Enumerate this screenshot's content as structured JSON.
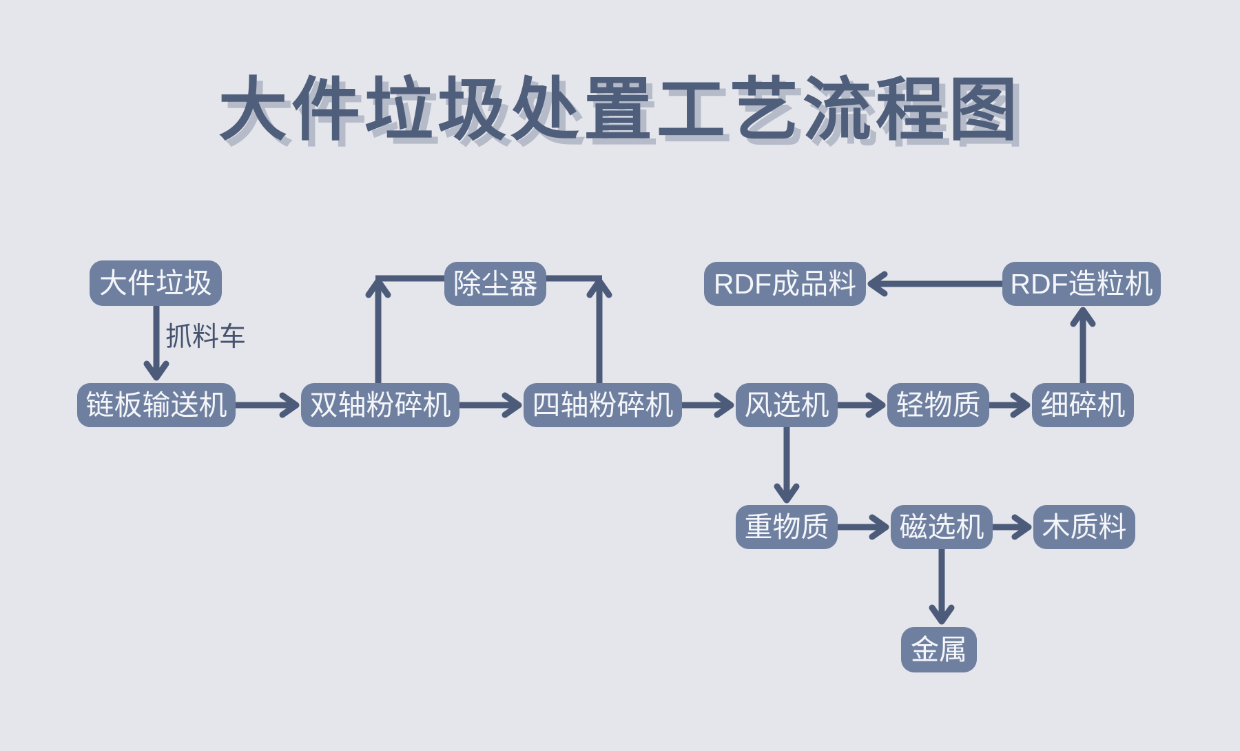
{
  "title": "大件垃圾处置工艺流程图",
  "colors": {
    "background": "#E5E6EB",
    "node_fill": "#6E7FA0",
    "node_text": "#F4F6F9",
    "connector": "#4D5B7A",
    "title_text": "#4F5E7B",
    "title_shadow": "#B5BBC9",
    "edge_label_text": "#46536E"
  },
  "flowchart": {
    "nodes": [
      {
        "id": "bulky-waste",
        "label": "大件垃圾"
      },
      {
        "id": "dust-collector",
        "label": "除尘器"
      },
      {
        "id": "rdf-finished-product",
        "label": "RDF成品料"
      },
      {
        "id": "rdf-granulator",
        "label": "RDF造粒机"
      },
      {
        "id": "chain-plate-conveyor",
        "label": "链板输送机"
      },
      {
        "id": "double-shaft-shredder",
        "label": "双轴粉碎机"
      },
      {
        "id": "four-shaft-shredder",
        "label": "四轴粉碎机"
      },
      {
        "id": "air-separator",
        "label": "风选机"
      },
      {
        "id": "light-material",
        "label": "轻物质"
      },
      {
        "id": "fine-shredder",
        "label": "细碎机"
      },
      {
        "id": "heavy-material",
        "label": "重物质"
      },
      {
        "id": "magnetic-separator",
        "label": "磁选机"
      },
      {
        "id": "wood-material",
        "label": "木质料"
      },
      {
        "id": "metal",
        "label": "金属"
      }
    ],
    "edge_labels": [
      {
        "id": "grab-truck",
        "label": "抓料车"
      }
    ],
    "edges": [
      {
        "from": "bulky-waste",
        "to": "chain-plate-conveyor",
        "label": "抓料车"
      },
      {
        "from": "chain-plate-conveyor",
        "to": "double-shaft-shredder",
        "label": ""
      },
      {
        "from": "double-shaft-shredder",
        "to": "four-shaft-shredder",
        "label": ""
      },
      {
        "from": "double-shaft-shredder",
        "to": "dust-collector",
        "label": ""
      },
      {
        "from": "four-shaft-shredder",
        "to": "dust-collector",
        "label": ""
      },
      {
        "from": "four-shaft-shredder",
        "to": "air-separator",
        "label": ""
      },
      {
        "from": "air-separator",
        "to": "light-material",
        "label": ""
      },
      {
        "from": "light-material",
        "to": "fine-shredder",
        "label": ""
      },
      {
        "from": "fine-shredder",
        "to": "rdf-granulator",
        "label": ""
      },
      {
        "from": "rdf-granulator",
        "to": "rdf-finished-product",
        "label": ""
      },
      {
        "from": "air-separator",
        "to": "heavy-material",
        "label": ""
      },
      {
        "from": "heavy-material",
        "to": "magnetic-separator",
        "label": ""
      },
      {
        "from": "magnetic-separator",
        "to": "wood-material",
        "label": ""
      },
      {
        "from": "magnetic-separator",
        "to": "metal",
        "label": ""
      }
    ]
  }
}
